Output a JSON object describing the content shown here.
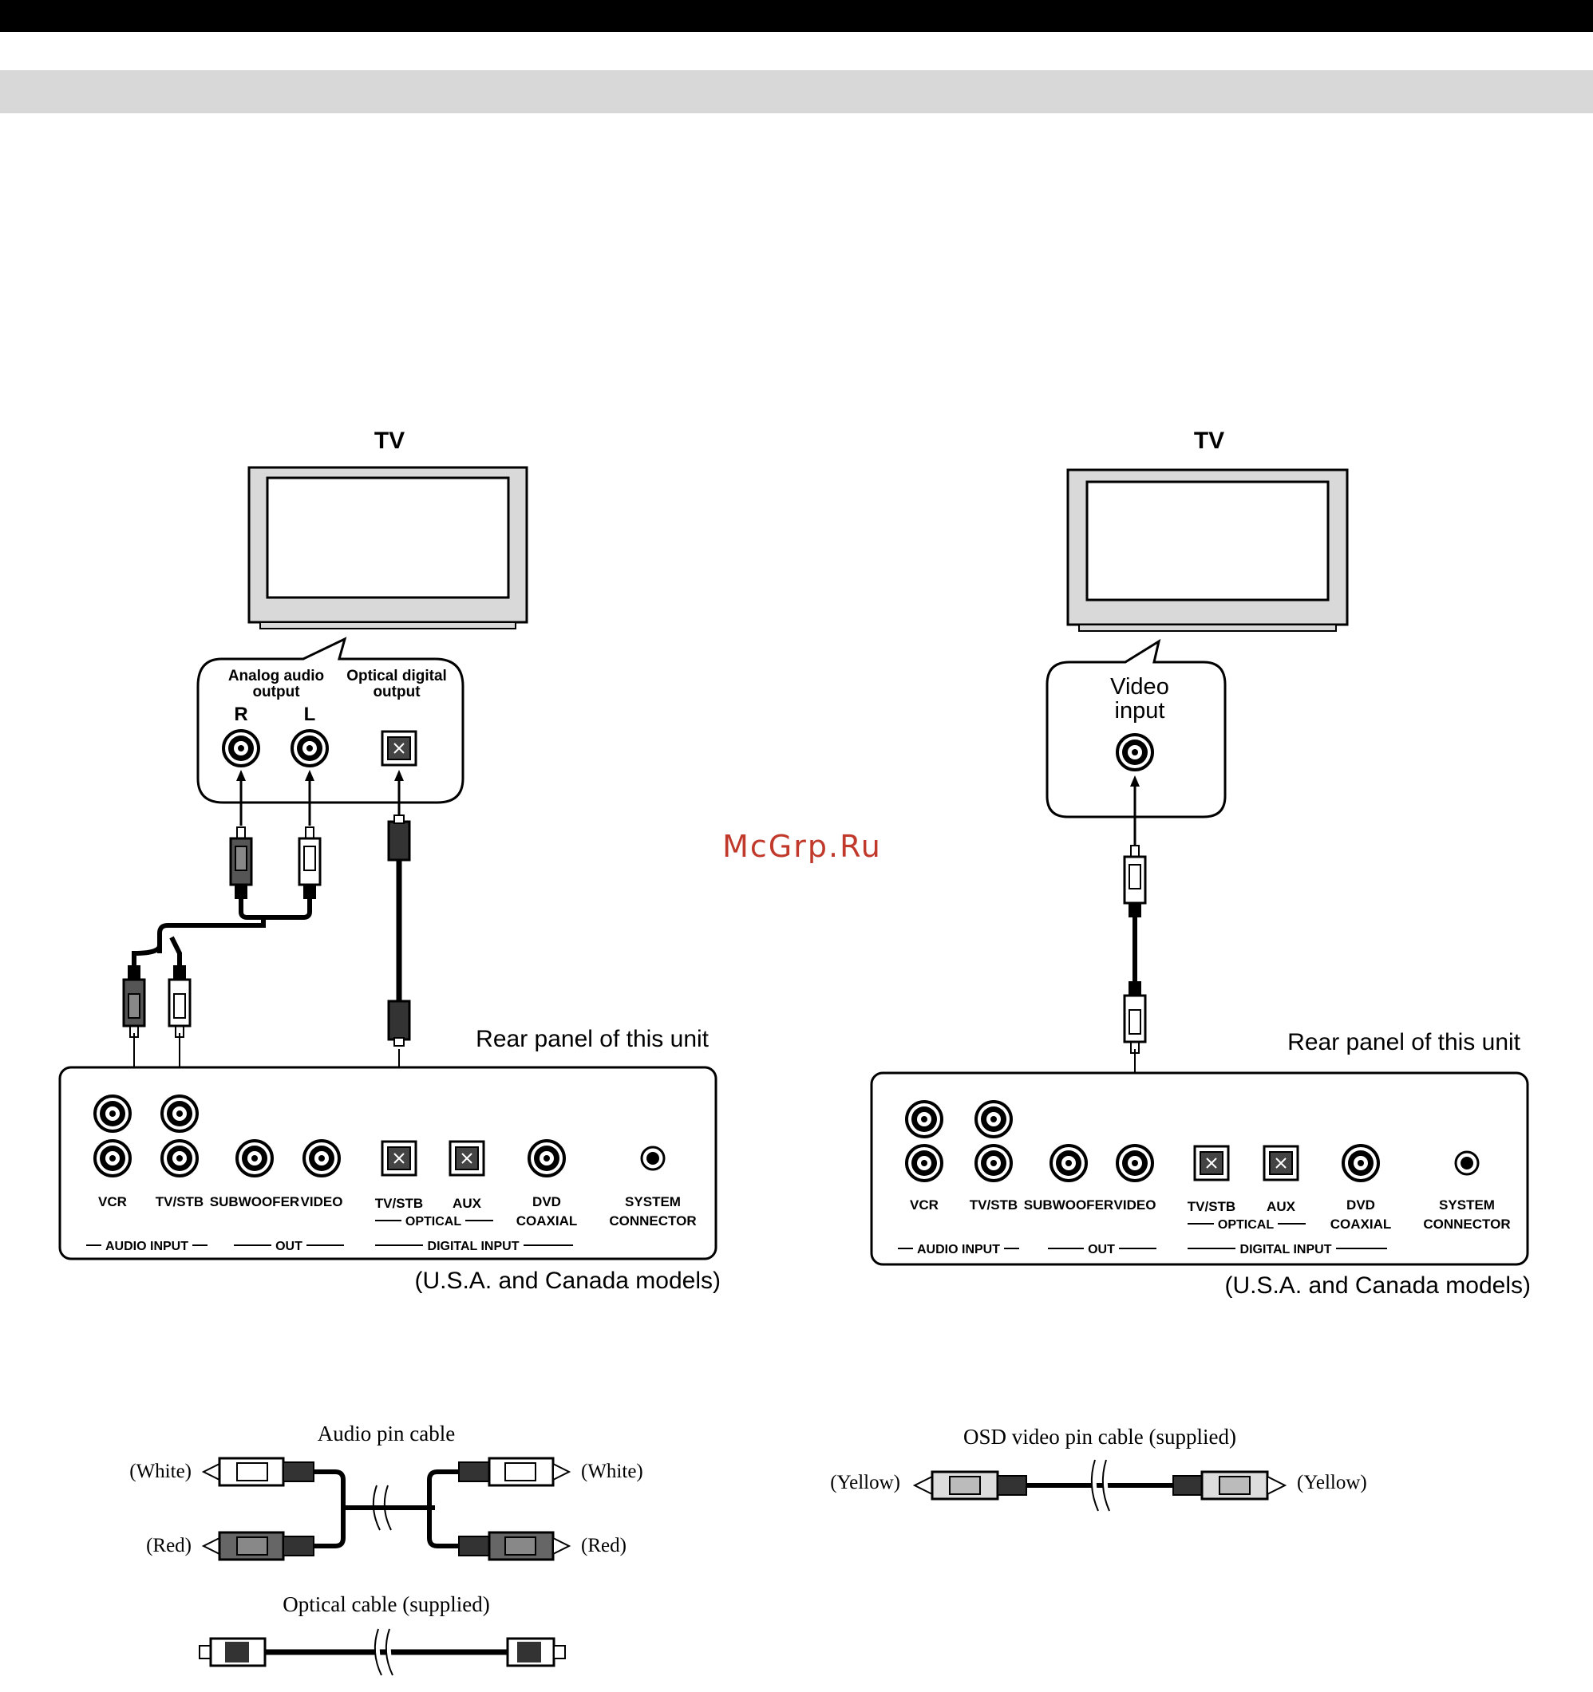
{
  "watermark": "McGrp.Ru",
  "left_panel": {
    "tv_label": "TV",
    "bubble": {
      "analog_label": "Analog audio output",
      "analog_line1": "Analog audio",
      "analog_line2": "output",
      "optical_line1": "Optical digital",
      "optical_line2": "output",
      "r_label": "R",
      "l_label": "L"
    },
    "rear_panel_label": "Rear panel of this unit",
    "models_label": "(U.S.A. and Canada models)"
  },
  "right_panel": {
    "tv_label": "TV",
    "bubble": {
      "video_line1": "Video",
      "video_line2": "input"
    },
    "rear_panel_label": "Rear panel of this unit",
    "models_label": "(U.S.A. and Canada models)"
  },
  "rear_panel": {
    "jacks": {
      "vcr": "VCR",
      "tvstb": "TV/STB",
      "subwoofer": "SUBWOOFER",
      "video": "VIDEO",
      "opt_tvstb": "TV/STB",
      "aux": "AUX",
      "dvd1": "DVD",
      "dvd2": "COAXIAL",
      "sys1": "SYSTEM",
      "sys2": "CONNECTOR"
    },
    "groups": {
      "optical": "OPTICAL",
      "audio_input": "AUDIO INPUT",
      "out": "OUT",
      "digital_input": "DIGITAL INPUT"
    }
  },
  "cables": {
    "audio_pin": {
      "title": "Audio pin cable",
      "white": "(White)",
      "red": "(Red)"
    },
    "optical": {
      "title": "Optical cable (supplied)"
    },
    "osd_video": {
      "title": "OSD video pin cable (supplied)",
      "yellow": "(Yellow)"
    }
  }
}
